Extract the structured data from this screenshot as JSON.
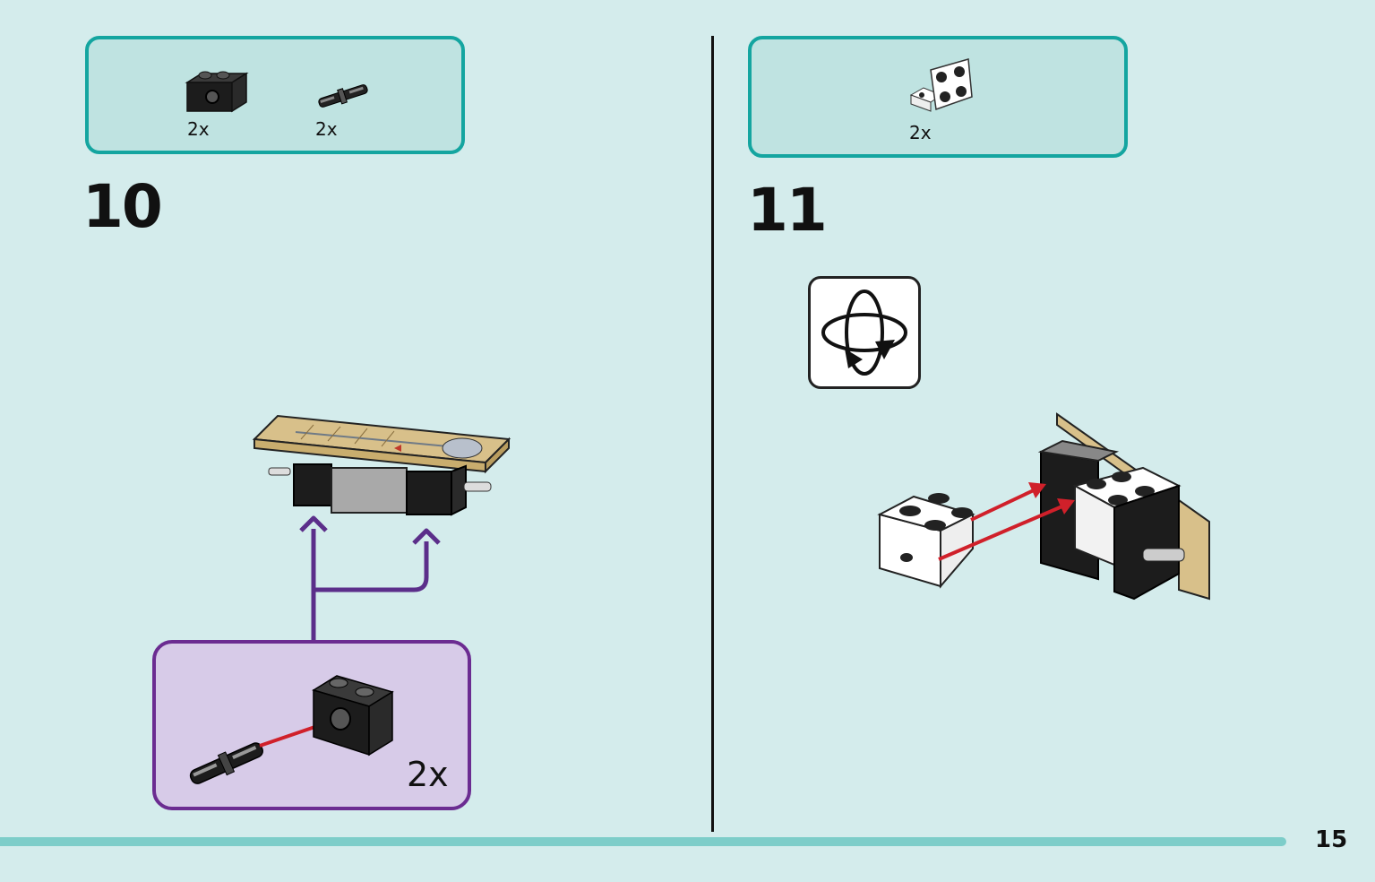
{
  "page": {
    "number": "15"
  },
  "step10": {
    "number": "10",
    "parts": [
      {
        "name": "technic-brick-1x2-black",
        "qty": "2x"
      },
      {
        "name": "technic-pin-black",
        "qty": "2x"
      }
    ],
    "subassembly": {
      "qty": "2x"
    }
  },
  "step11": {
    "number": "11",
    "parts": [
      {
        "name": "bracket-white-2x2",
        "qty": "2x"
      }
    ],
    "rotate_icon": "rotate-model-icon"
  },
  "colors": {
    "background": "#d4ecec",
    "parts_box_fill": "#bfe3e1",
    "parts_box_border": "#14a5a0",
    "subassembly_fill": "#d7cbe8",
    "subassembly_border": "#6b2c91",
    "arrow_red": "#d0202a",
    "tan": "#d8c08a"
  }
}
